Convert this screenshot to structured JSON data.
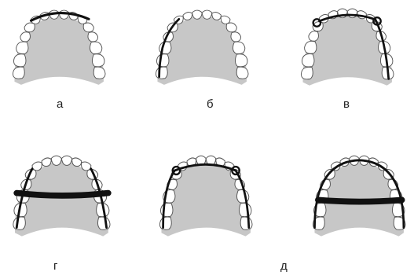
{
  "labels": {
    "a": "а",
    "b": "б",
    "v": "в",
    "g": "г",
    "d": "д"
  },
  "colors": {
    "palate": "#c7c7c7",
    "tooth_fill": "#ffffff",
    "outline": "#555555",
    "wire": "#111111",
    "bar": "#111111"
  }
}
